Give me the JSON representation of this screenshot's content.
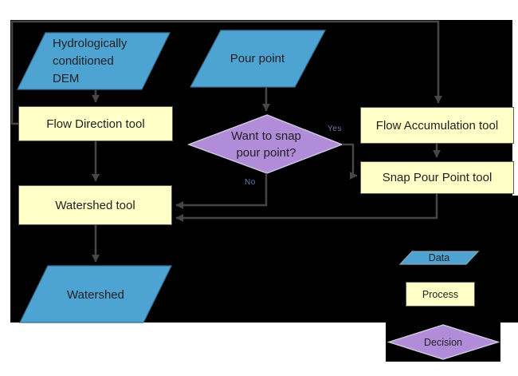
{
  "diagram": {
    "nodes": {
      "dem": {
        "lines": [
          "Hydrologically",
          "conditioned",
          "DEM"
        ]
      },
      "pour_point": {
        "label": "Pour point"
      },
      "flow_direction": {
        "label": "Flow Direction tool"
      },
      "flow_accumulation": {
        "label": "Flow Accumulation tool"
      },
      "snap_pour_point": {
        "label": "Snap Pour Point tool"
      },
      "decision": {
        "lines": [
          "Want to snap",
          "pour point?"
        ]
      },
      "watershed_tool": {
        "label": "Watershed tool"
      },
      "watershed": {
        "label": "Watershed"
      }
    },
    "edge_labels": {
      "yes": "Yes",
      "no": "No"
    },
    "legend": {
      "data": "Data",
      "process": "Process",
      "decision": "Decision"
    },
    "colors": {
      "canvas_bg": "#000000",
      "data_fill": "#4DA3D2",
      "process_fill": "#FFFFC8",
      "decision_fill": "#B18CD9",
      "connector": "#464646",
      "text": "#1F1F1F",
      "edge_label": "#7076B4"
    }
  }
}
